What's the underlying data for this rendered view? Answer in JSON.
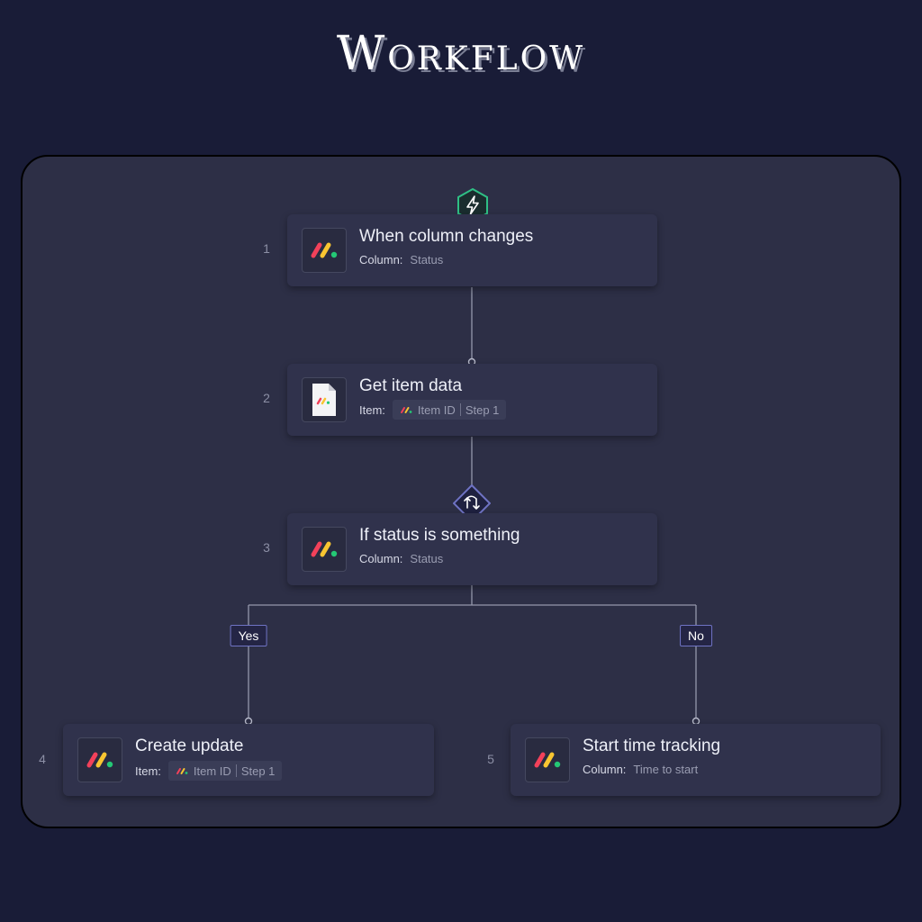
{
  "page": {
    "title": "Workflow"
  },
  "steps": [
    {
      "number": "1",
      "title": "When column changes",
      "field_label": "Column:",
      "field_value": "Status",
      "icon": "monday-logo-icon"
    },
    {
      "number": "2",
      "title": "Get item data",
      "field_label": "Item:",
      "chip": {
        "item_label": "Item ID",
        "step_label": "Step 1"
      },
      "icon": "document-icon"
    },
    {
      "number": "3",
      "title": "If status is something",
      "field_label": "Column:",
      "field_value": "Status",
      "icon": "monday-logo-icon"
    },
    {
      "number": "4",
      "title": "Create update",
      "field_label": "Item:",
      "chip": {
        "item_label": "Item ID",
        "step_label": "Step 1"
      },
      "icon": "monday-logo-icon"
    },
    {
      "number": "5",
      "title": "Start time tracking",
      "field_label": "Column:",
      "field_value": "Time to start",
      "icon": "monday-logo-icon"
    }
  ],
  "branches": {
    "yes_label": "Yes",
    "no_label": "No"
  },
  "badges": {
    "trigger": "lightning-icon",
    "condition": "branch-arrows-icon"
  },
  "colors": {
    "background": "#191c37",
    "canvas": "#2d2f46",
    "node": "#30324c",
    "trigger_accent": "#2fbf85",
    "condition_accent": "#6f73c4",
    "logo_red": "#f2415a",
    "logo_yellow": "#f8c531",
    "logo_green": "#24c875"
  }
}
